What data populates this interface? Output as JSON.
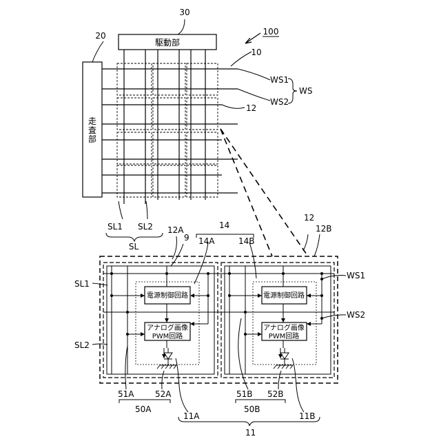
{
  "refs": {
    "system": "100",
    "display": "10",
    "scanner_block_ref": "20",
    "driver_block_ref": "30",
    "pixel": "12",
    "pixel_lower": "12",
    "pixel_right_half": "12B",
    "pixel_left_half": "12A",
    "nine": "9",
    "group14": "14",
    "group14a": "14A",
    "group14b": "14B",
    "ws1_top": "WS1",
    "ws2_top": "WS2",
    "ws_group": "WS",
    "sl1_top": "SL1",
    "sl2_top": "SL2",
    "sl_group": "SL",
    "sl1_bottom": "SL1",
    "sl2_bottom": "SL2",
    "ws1_bottom": "WS1",
    "ws2_bottom": "WS2",
    "r51a": "51A",
    "r52a": "52A",
    "r50a": "50A",
    "r11a": "11A",
    "r51b": "51B",
    "r52b": "52B",
    "r50b": "50B",
    "r11b": "11B",
    "r11": "11"
  },
  "blocks": {
    "driver": "駆動部",
    "scanner": [
      "走",
      "査",
      "部"
    ],
    "power_ctrl": "電源制御回路",
    "analog_line1": "アナログ画像",
    "analog_line2": "PWM回路"
  }
}
